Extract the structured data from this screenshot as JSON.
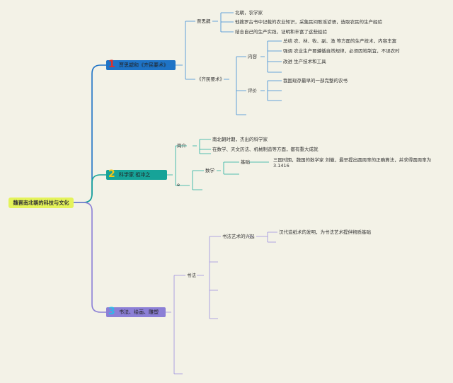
{
  "root": {
    "label": "魏晋南北朝的科技与文化"
  },
  "branches": [
    {
      "number": "1",
      "label": "贾思勰和《齐民要术》",
      "color": "#1e73c6",
      "number_color": "#e03028",
      "children": [
        {
          "label": "贾思勰",
          "children": [
            {
              "label": "北朝，农学家"
            },
            {
              "label": "他搜罗古书中记载的农业知识，采集民间歌谣谚语，选取农民的生产经验"
            },
            {
              "label": "结合自己的生产实践，证明和丰富了这些经验"
            }
          ]
        },
        {
          "label": "《齐民要术》",
          "children": [
            {
              "label": "内容",
              "children": [
                {
                  "label": "总结 农、林、牧、副、渔 等方面的生产技术，内容丰富"
                },
                {
                  "label": "强调 农业生产要遵循自然规律，必须因地制宜，不误农时"
                },
                {
                  "label": "改进 生产技术和工具"
                }
              ]
            },
            {
              "label": "评价",
              "children": [
                {
                  "label": "我国现存最早的一部完整的农书"
                }
              ]
            }
          ]
        }
      ]
    },
    {
      "number": "2",
      "label": "科学家 祖冲之",
      "color": "#16a398",
      "number_color": "#f5c516",
      "children": [
        {
          "label": "简介",
          "children": [
            {
              "label": "南北朝时期，杰出的科学家"
            },
            {
              "label": "在数学、天文历法、机械制造等方面，都有重大成就"
            }
          ]
        },
        {
          "label": "e",
          "children": [
            {
              "label": "数学",
              "children": [
                {
                  "label": "基础",
                  "children": [
                    {
                      "label": "三国时期，魏国的数学家 刘徽，最早提出圆周率的正确算法，并求得圆周率为",
                      "label2": "3.1416"
                    }
                  ]
                }
              ]
            }
          ]
        }
      ]
    },
    {
      "number": "3",
      "label": "书法、绘画、雕塑",
      "color": "#8b7fd6",
      "number_color": "#2fb8e8",
      "children": [
        {
          "label": "书法",
          "children": [
            {
              "label": "书法艺术的兴起",
              "children": [
                {
                  "label": "汉代造纸术的发明，为书法艺术提供物质基础"
                }
              ]
            }
          ]
        }
      ]
    }
  ]
}
